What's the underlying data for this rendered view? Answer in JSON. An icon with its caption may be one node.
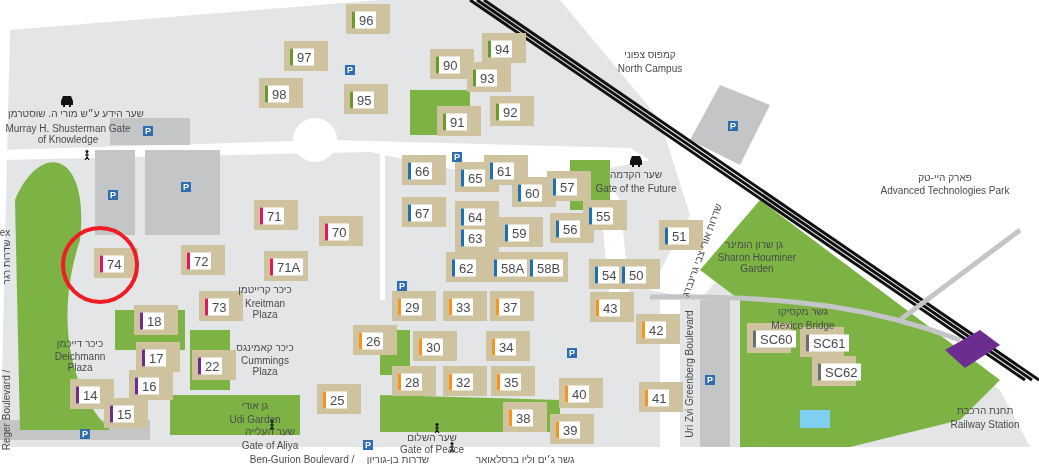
{
  "diagram": {
    "labels": [
      "96",
      "94",
      "97",
      "קמפוס צפוני",
      "90",
      "North Campus",
      "P",
      "93",
      "98",
      "95",
      "שער הידע ע״ש מורי ה. שוסטרמן",
      "92",
      "91",
      "P",
      "Murray H. Shusterman Gate of Knowledge",
      "P",
      "P",
      "66",
      "65",
      "61",
      "שער הקדמה",
      "פארק היי-טק",
      "P",
      "P",
      "60",
      "57",
      "Gate of the Future",
      "Advanced Technologies Park",
      "71",
      "67",
      "64",
      "55",
      "ex",
      "70",
      "63",
      "59",
      "56",
      "51",
      "גן שרון הומינר",
      "שדרות רגר",
      "74",
      "72",
      "71A",
      "62",
      "58A",
      "58B",
      "54",
      "50",
      "שדרות אורי צבי גרינברג",
      "Sharon Houminer Garden",
      "כיכר קרייטמן",
      "P",
      "73",
      "Kreitman Plaza",
      "29",
      "33",
      "37",
      "43",
      "גשר מקסיקו",
      "18",
      "42",
      "Mexico Bridge",
      "כיכר דייכמן",
      "כיכר קאמינגס",
      "26",
      "30",
      "34",
      "SC60",
      "SC61",
      "Deichmann Plaza",
      "17",
      "P",
      "22",
      "Cummings Plaza",
      "Uri Zvi Greenberg Boulevard",
      "SC62",
      "16",
      "28",
      "32",
      "35",
      "P",
      "14",
      "25",
      "40",
      "41",
      "Reger Boulevard /",
      "גן אודי",
      "תחנת הרכבת",
      "15",
      "Udi Garden",
      "38",
      "Railway Station",
      "שער העלייה",
      "39",
      "P",
      "P",
      "שער השלום",
      "Gate of Aliya",
      "Gate of Peace",
      "Ben-Gurion Boulevard /",
      "שדרות בן-גוריון",
      "גשר ג׳ים וליו ברסלאואר"
    ]
  }
}
